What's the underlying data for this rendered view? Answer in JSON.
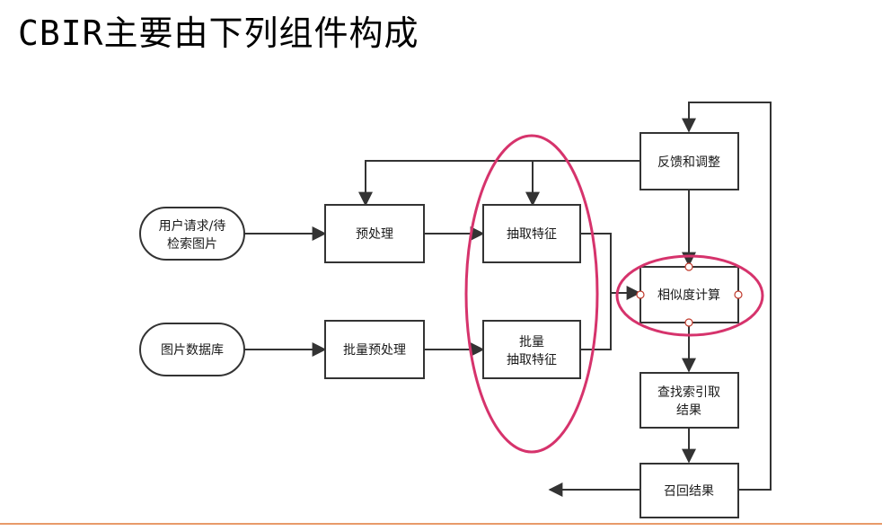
{
  "title": "CBIR主要由下列组件构成",
  "colors": {
    "highlight": "#d6336c",
    "footer_rule": "#e89a6a"
  },
  "nodes": {
    "user_request": [
      "用户请求/待",
      "检索图片"
    ],
    "image_db": [
      "图片数据库"
    ],
    "preprocess": [
      "预处理"
    ],
    "batch_preprocess": [
      "批量预处理"
    ],
    "extract_features": [
      "抽取特征"
    ],
    "batch_extract_features": [
      "批量",
      "抽取特征"
    ],
    "feedback": [
      "反馈和调整"
    ],
    "similarity": [
      "相似度计算"
    ],
    "search_index": [
      "查找索引取",
      "结果"
    ],
    "recall_results": [
      "召回结果"
    ]
  }
}
